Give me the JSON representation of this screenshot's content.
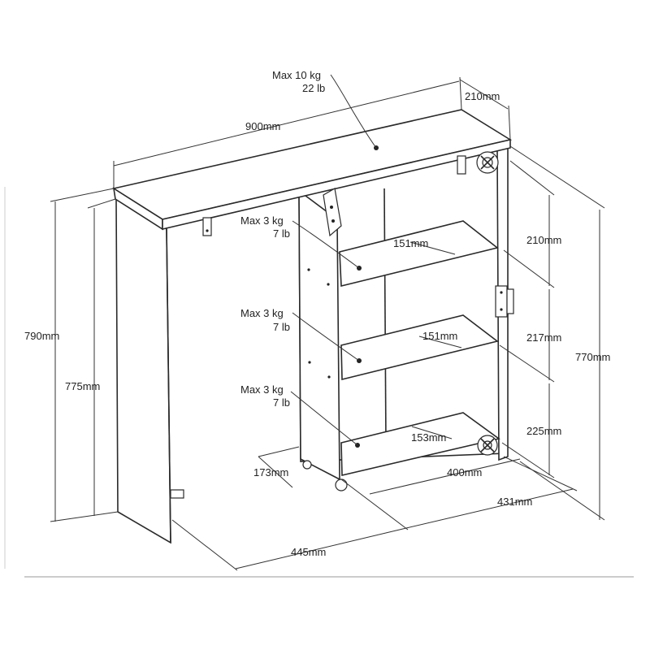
{
  "diagram": {
    "dimensions": {
      "width_top": "900mm",
      "depth_top": "210mm",
      "height_total": "790mm",
      "height_side": "775mm",
      "height_right": "770mm",
      "gap_top": "210mm",
      "gap_middle": "217mm",
      "gap_bottom": "225mm",
      "shelf_depth_upper": "151mm",
      "shelf_depth_middle": "151mm",
      "shelf_depth_lower": "153mm",
      "base_depth": "173mm",
      "inner_width": "400mm",
      "outer_width": "431mm",
      "overall_depth": "445mm"
    },
    "loads": {
      "top": {
        "kg": "Max 10 kg",
        "lb": "22 lb"
      },
      "shelf_1": {
        "kg": "Max 3 kg",
        "lb": "7 lb"
      },
      "shelf_2": {
        "kg": "Max 3 kg",
        "lb": "7 lb"
      },
      "shelf_3": {
        "kg": "Max 3 kg",
        "lb": "7 lb"
      }
    }
  }
}
